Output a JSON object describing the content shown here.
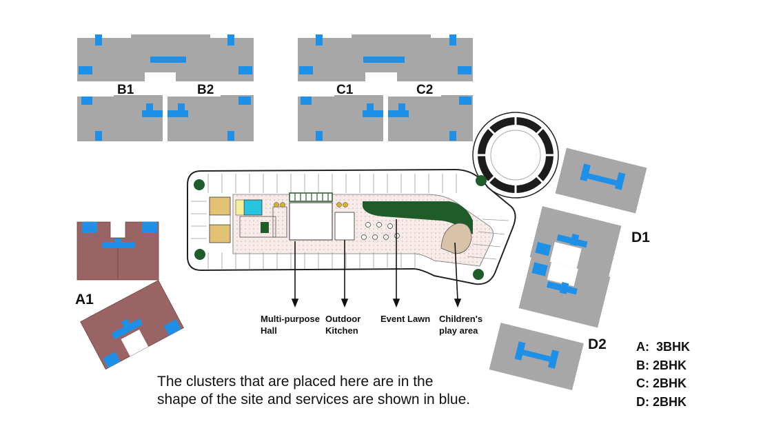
{
  "clusters": {
    "b1": "B1",
    "b2": "B2",
    "c1": "C1",
    "c2": "C2",
    "a1": "A1",
    "d1": "D1",
    "d2": "D2"
  },
  "amenities": {
    "multipurpose_hall": [
      "Multi-purpose",
      "Hall"
    ],
    "outdoor_kitchen": [
      "Outdoor",
      "Kitchen"
    ],
    "event_lawn": "Event Lawn",
    "childrens_play_area": [
      "Children's",
      "play area"
    ]
  },
  "caption": {
    "line1": "The clusters that are placed here are in the",
    "line2": "shape of the site and services are shown in blue."
  },
  "legend": [
    "A:  3BHK",
    "B: 2BHK",
    "C: 2BHK",
    "D: 2BHK"
  ],
  "colors": {
    "building": "#a7a7a7",
    "services": "#1e90e8",
    "cluster_a": "#9a6464",
    "lawn": "#1f5c2a",
    "play_area": "#d9c3a8"
  }
}
